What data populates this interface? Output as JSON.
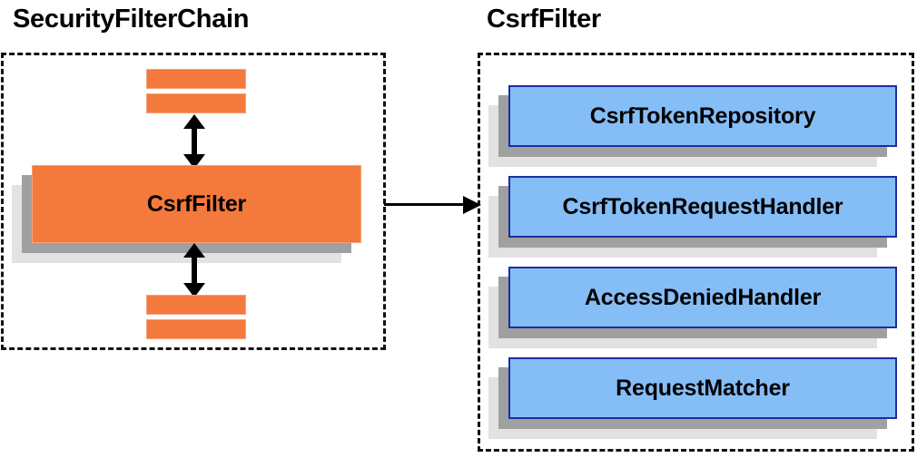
{
  "diagram": {
    "type": "component-diagram",
    "background_color": "#ffffff",
    "panels": [
      {
        "id": "security-filter-chain",
        "title": "SecurityFilterChain",
        "border_style": "dashed",
        "border_color": "#111111"
      },
      {
        "id": "csrf-filter",
        "title": "CsrfFilter",
        "border_style": "dashed",
        "border_color": "#111111"
      }
    ],
    "chain_panel": {
      "title": "SecurityFilterChain",
      "highlighted_node": {
        "label": "CsrfFilter",
        "fill_color": "#f4793c"
      },
      "filter_bars_above": 2,
      "filter_bars_below": 2,
      "bar_color": "#f4793c",
      "connector_above": "double-headed-vertical-arrow",
      "connector_below": "double-headed-vertical-arrow"
    },
    "csrf_panel": {
      "title": "CsrfFilter",
      "collaborators": [
        {
          "label": "CsrfTokenRepository",
          "fill_color": "#85bdf7"
        },
        {
          "label": "CsrfTokenRequestHandler",
          "fill_color": "#85bdf7"
        },
        {
          "label": "AccessDeniedHandler",
          "fill_color": "#85bdf7"
        },
        {
          "label": "RequestMatcher",
          "fill_color": "#85bdf7"
        }
      ]
    },
    "link": {
      "from": "CsrfFilter",
      "to": "CsrfFilter detail panel",
      "style": "single-headed-horizontal-arrow",
      "color": "#000000"
    },
    "colors": {
      "orange": "#f4793c",
      "orange_border": "#f8a07a",
      "blue": "#85bdf7",
      "blue_border": "#1c2ea0",
      "shadow_dark": "#a0a0a0",
      "shadow_light": "#e2e2e2",
      "text": "#000000"
    }
  }
}
